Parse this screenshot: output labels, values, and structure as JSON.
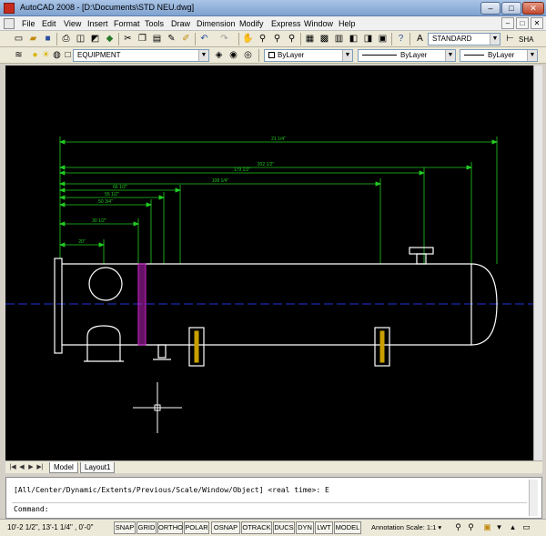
{
  "window": {
    "title": "AutoCAD 2008 - [D:\\Documents\\STD NEU.dwg]",
    "minimize": "–",
    "maximize": "□",
    "close": "✕"
  },
  "menu": {
    "items": [
      "File",
      "Edit",
      "View",
      "Insert",
      "Format",
      "Tools",
      "Draw",
      "Dimension",
      "Modify",
      "Express",
      "Window",
      "Help"
    ],
    "doc_controls": [
      "–",
      "□",
      "✕"
    ]
  },
  "toolbar1": {
    "icons": [
      "new-icon",
      "open-icon",
      "save-icon",
      "print-icon",
      "preview-icon",
      "publish-icon",
      "cut-icon",
      "copy-icon",
      "paste-icon",
      "matchprop-icon",
      "brush-icon",
      "undo-icon",
      "redo-icon",
      "pan-icon",
      "zoom-realtime-icon",
      "zoom-window-icon",
      "zoom-previous-icon",
      "properties-icon",
      "designcenter-icon",
      "toolpalettes-icon",
      "sheetset-icon",
      "markup-icon",
      "calculator-icon",
      "help-icon"
    ],
    "text_style": "STANDARD",
    "dim_style_partial": "SHA"
  },
  "toolbar2": {
    "layer": "EQUIPMENT",
    "color": "ByLayer",
    "linetype": "ByLayer",
    "lineweight": "ByLayer"
  },
  "drawing": {
    "dimensions": [
      "21 1/4\"",
      "202 1/2\"",
      "179 1/2\"",
      "108 1/4\"",
      "66 1/2\"",
      "55 1/2\"",
      "50 3/4\"",
      "30 1/2\"",
      "20\""
    ],
    "colors": {
      "background": "#000000",
      "outline": "#ffffff",
      "dimension": "#22cc22",
      "centerline": "#2233dd",
      "tubesheet": "#cc22cc",
      "saddle": "#c8a000"
    }
  },
  "tabs": {
    "nav": [
      "|◀",
      "◀",
      "▶",
      "▶|"
    ],
    "model": "Model",
    "layout1": "Layout1"
  },
  "command": {
    "history": "[All/Center/Dynamic/Extents/Previous/Scale/Window/Object] <real time>: E",
    "prompt": "Command:"
  },
  "status": {
    "coords": "10'-2 1/2\",  13'-1 1/4\" , 0'-0\"",
    "toggles": [
      "SNAP",
      "GRID",
      "ORTHO",
      "POLAR",
      "OSNAP",
      "OTRACK",
      "DUCS",
      "DYN",
      "LWT",
      "MODEL"
    ],
    "annotation_scale_label": "Annotation Scale:",
    "annotation_scale": "1:1 ▾"
  }
}
